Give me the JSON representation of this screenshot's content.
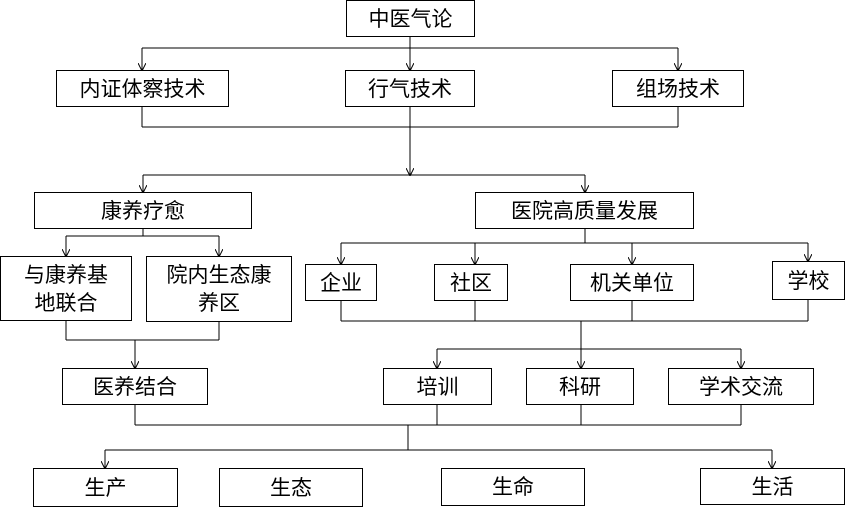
{
  "colors": {
    "line": "#000000",
    "box_border": "#000000",
    "background": "#ffffff",
    "text": "#000000"
  },
  "nodes": {
    "root": "中医气论",
    "tech1": "内证体察技术",
    "tech2": "行气技术",
    "tech3": "组场技术",
    "kangyang": "康养疗愈",
    "yiyuan": "医院高质量发展",
    "base": "与康养基\n地联合",
    "ecoarea": "院内生态康\n养区",
    "enterprise": "企业",
    "community": "社区",
    "agency": "机关单位",
    "school": "学校",
    "yiyang": "医养结合",
    "training": "培训",
    "research": "科研",
    "exchange": "学术交流",
    "production": "生产",
    "ecology": "生态",
    "life": "生命",
    "living": "生活"
  }
}
